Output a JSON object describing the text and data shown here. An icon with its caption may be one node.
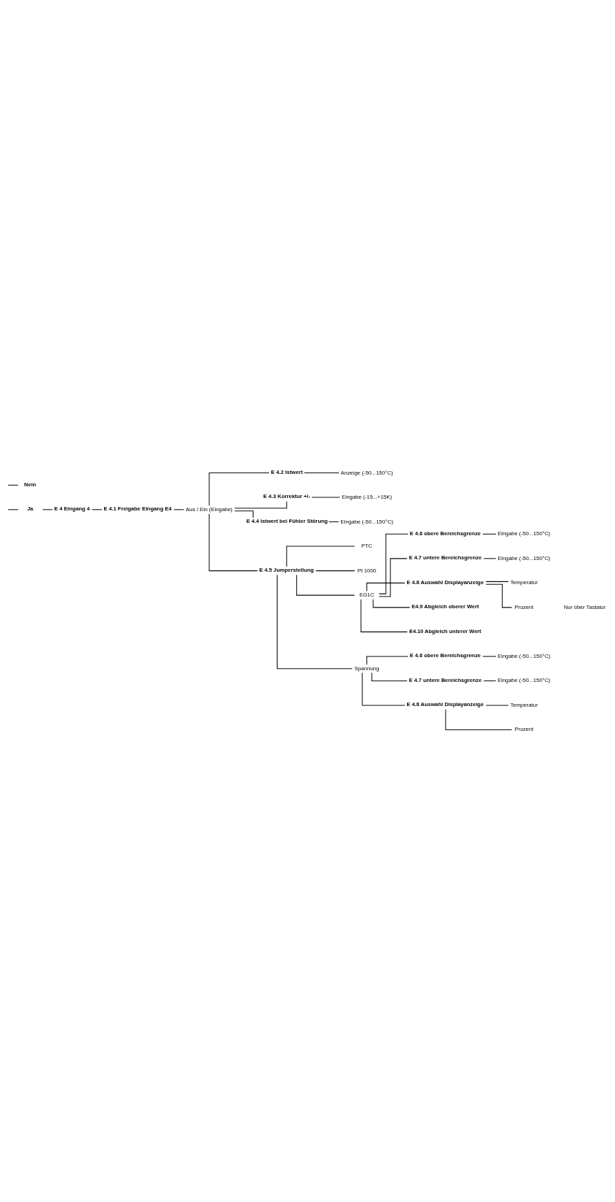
{
  "diagram": {
    "nodes": [
      {
        "text": [
          "Ja"
        ]
      },
      {
        "text": [
          "E 4 Eingang 4"
        ]
      },
      {
        "text": [
          "E 4.1 Freigabe Eingang E4"
        ]
      },
      {
        "text": [
          "Aus / Ein (Eingabe)"
        ]
      },
      {
        "text": [
          "E 4.2 Istwert"
        ]
      },
      {
        "text": [
          "Anzeige (-50...150°C)"
        ]
      },
      {
        "text": [
          "E 4.3 Korrektur +/-"
        ]
      },
      {
        "text": [
          "Eingabe (-15...+15K)"
        ]
      },
      {
        "text": [
          "E 4.4 Istwert bei Fühler Störung"
        ]
      },
      {
        "text": [
          "Eingabe (-50...150°C)"
        ]
      },
      {
        "text": [
          "E 4.5 Jumperstellung"
        ]
      },
      {
        "text": [
          "PTC"
        ]
      },
      {
        "text": [
          "Pt 1000"
        ]
      },
      {
        "text": [
          "EG1C"
        ]
      },
      {
        "text": [
          "E 4.6 obere Bereichsgrenze"
        ]
      },
      {
        "text": [
          "Eingabe (-50...150°C)"
        ]
      },
      {
        "text": [
          "E 4.7 untere Bereichsgrenze"
        ]
      },
      {
        "text": [
          "Eingabe (-50...150°C)"
        ]
      },
      {
        "text": [
          "E 4.8 Auswahl Displayanzeige"
        ]
      },
      {
        "text": [
          "Temperatur"
        ]
      },
      {
        "text": [
          "Prozent"
        ]
      },
      {
        "text": [
          "E4.9 Abgleich oberer Wert"
        ]
      },
      {
        "text": [
          "E4.10 Abgleich unterer Wert"
        ]
      },
      {
        "text": [
          "Spannung"
        ]
      },
      {
        "text": [
          "E 4.6 obere Bereichsgrenze"
        ]
      },
      {
        "text": [
          "Eingabe (-50...150°C)"
        ]
      },
      {
        "text": [
          "E 4.7 untere Bereichsgrenze"
        ]
      },
      {
        "text": [
          "Eingabe (-50...150°C)"
        ]
      },
      {
        "text": [
          "E 4.8 Auswahl Displayanzeige"
        ]
      },
      {
        "text": [
          "Temperatur"
        ]
      },
      {
        "text": [
          "Prozent"
        ]
      },
      {
        "text": [
          "Nein"
        ]
      }
    ],
    "edges": [
      {
        "from": null,
        "to": 0,
        "arrow": "none"
      },
      {
        "from": 0,
        "to": 1,
        "arrow": "none"
      },
      {
        "from": 1,
        "to": 2,
        "arrow": "none"
      },
      {
        "from": 2,
        "to": 3,
        "arrow": "none"
      },
      {
        "from": 3,
        "to": 4,
        "arrow": "none"
      },
      {
        "from": 4,
        "to": 5,
        "arrow": "none"
      },
      {
        "from": 3,
        "to": 6,
        "arrow": "none"
      },
      {
        "from": 6,
        "to": 7,
        "arrow": "none"
      },
      {
        "from": 3,
        "to": 8,
        "arrow": "none"
      },
      {
        "from": 8,
        "to": 9,
        "arrow": "none"
      },
      {
        "from": 3,
        "to": 10,
        "arrow": "none"
      },
      {
        "from": 10,
        "to": 11,
        "arrow": "none"
      },
      {
        "from": 10,
        "to": 12,
        "arrow": "none"
      },
      {
        "from": 10,
        "to": 13,
        "arrow": "none"
      },
      {
        "from": 13,
        "to": 14,
        "arrow": "none"
      },
      {
        "from": 14,
        "to": 15,
        "arrow": "none"
      },
      {
        "from": 13,
        "to": 16,
        "arrow": "none"
      },
      {
        "from": 16,
        "to": 17,
        "arrow": "none"
      },
      {
        "from": 13,
        "to": 18,
        "arrow": "none"
      },
      {
        "from": 18,
        "to": 19,
        "arrow": "none"
      },
      {
        "from": 18,
        "to": 20,
        "arrow": "none"
      },
      {
        "from": 13,
        "to": 21,
        "arrow": "none"
      },
      {
        "from": 13,
        "to": 22,
        "arrow": "none"
      },
      {
        "from": 10,
        "to": 23,
        "arrow": "none"
      },
      {
        "from": 23,
        "to": 24,
        "arrow": "none"
      },
      {
        "from": 24,
        "to": 25,
        "arrow": "none"
      },
      {
        "from": 23,
        "to": 26,
        "arrow": "none"
      },
      {
        "from": 26,
        "to": 27,
        "arrow": "none"
      },
      {
        "from": 23,
        "to": 28,
        "arrow": "none"
      },
      {
        "from": 28,
        "to": 29,
        "arrow": "none"
      },
      {
        "from": 28,
        "to": 30,
        "arrow": "none"
      },
      {
        "from": null,
        "to": 31,
        "arrow": "none"
      }
    ],
    "labels": [
      "Nur über Tastatur"
    ]
  }
}
